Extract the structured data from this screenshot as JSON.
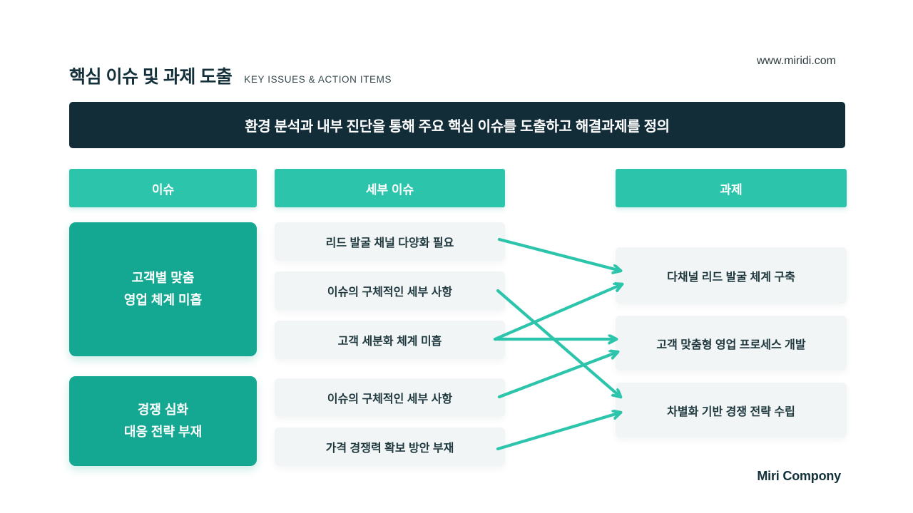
{
  "page": {
    "title": "핵심 이슈 및 과제 도출",
    "subtitle": "KEY ISSUES & ACTION ITEMS",
    "url": "www.miridi.com",
    "banner": "환경 분석과 내부 진단을 통해 주요 핵심 이슈를 도출하고 해결과제를 정의",
    "footer": "Miri Compony"
  },
  "columns": {
    "issues": {
      "header": "이슈",
      "items": [
        {
          "lines": [
            "고객별 맞춤",
            "영업 체계 미흡"
          ]
        },
        {
          "lines": [
            "경쟁 심화",
            "대응 전략 부재"
          ]
        }
      ]
    },
    "sub_issues": {
      "header": "세부 이슈",
      "items": [
        "리드 발굴 채널 다양화 필요",
        "이슈의 구체적인 세부 사항",
        "고객 세분화 체계 미흡",
        "이슈의 구체적인 세부 사항",
        "가격 경쟁력 확보 방안 부재"
      ]
    },
    "tasks": {
      "header": "과제",
      "items": [
        "다채널 리드 발굴 체계 구축",
        "고객 맞춤형 영업 프로세스 개발",
        "차별화 기반 경쟁 전략 수립"
      ]
    }
  },
  "connections": [
    {
      "from_sub_issue": 0,
      "to_task": 0
    },
    {
      "from_sub_issue": 1,
      "to_task": 2
    },
    {
      "from_sub_issue": 2,
      "to_task": 0
    },
    {
      "from_sub_issue": 2,
      "to_task": 1
    },
    {
      "from_sub_issue": 3,
      "to_task": 1
    },
    {
      "from_sub_issue": 4,
      "to_task": 2
    }
  ],
  "colors": {
    "accent_teal": "#2cc5ac",
    "issue_box_teal": "#14a893",
    "banner_dark": "#122c38",
    "card_bg": "#f2f5f6",
    "text_dark": "#14303a"
  }
}
